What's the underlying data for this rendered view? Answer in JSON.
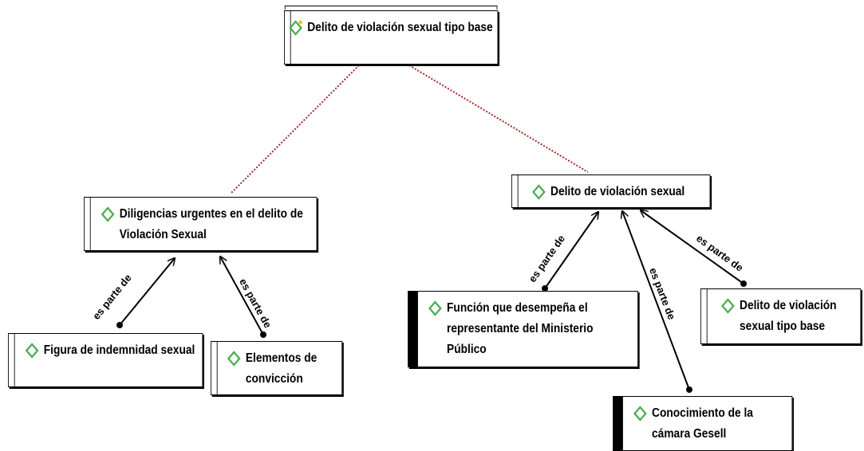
{
  "nodes": {
    "root": {
      "label": "Delito de violación sexual tipo base",
      "icon": "green-diamond-icon"
    },
    "diligencias": {
      "label": "Diligencias urgentes en el delito de Violación Sexual",
      "icon": "green-diamond-icon"
    },
    "delito_violacion": {
      "label": "Delito de violación sexual",
      "icon": "green-diamond-icon"
    },
    "figura": {
      "label": "Figura de indemnidad sexual",
      "icon": "green-diamond-icon"
    },
    "elementos": {
      "label": "Elementos de convicción",
      "icon": "green-diamond-icon"
    },
    "funcion": {
      "label": "Función que desempeña el representante del Ministerio Público",
      "icon": "green-diamond-icon"
    },
    "conocimiento": {
      "label": "Conocimiento de la cámara Gesell",
      "icon": "green-diamond-icon"
    },
    "delito_base": {
      "label": "Delito de violación sexual tipo base",
      "icon": "green-diamond-icon"
    }
  },
  "relation_label": "es parte de",
  "colors": {
    "icon_green": "#4caf50",
    "root_icon_accent": "#f2c200",
    "dotted_link": "#a52a2a",
    "arrow": "#000000"
  }
}
